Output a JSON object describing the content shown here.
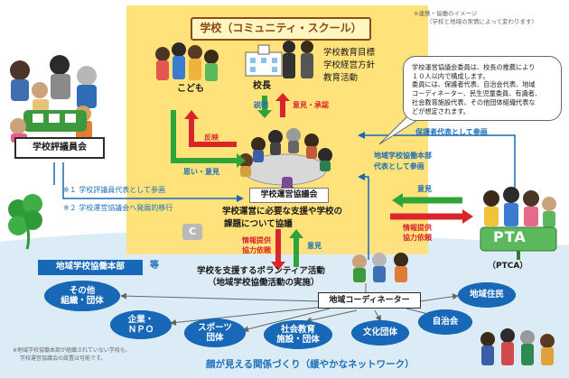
{
  "header": {
    "school_title": "学校（コミュニティ・スクール）",
    "note_line1": "※連携・協働のイメージ",
    "note_line2": "（学校と地域の実情によって変わります）"
  },
  "school": {
    "kodomo": "こども",
    "principal": "校長",
    "goals": [
      "学校教育目標",
      "学校経営方針",
      "教育活動"
    ],
    "setsumei": "説明",
    "iken_shonin": "意見・承認",
    "hanei": "反映",
    "omoi_iken": "思い・意見",
    "council_label": "学校運営協議会",
    "council_task_line1": "学校運営に必要な支援や学校の",
    "council_task_line2": "課題について協議"
  },
  "bubble": {
    "lines": [
      "学校運営協議会委員は、校長の推薦により",
      "１０人以内で構成します。",
      "委員には、保護者代表、自治会代表、地域",
      "コーディネーター、民生児童委員、有識者、",
      "社会教育施設代表、その他団体組織代表な",
      "どが想定されます。"
    ]
  },
  "left": {
    "hyogiin": "学校評議員会",
    "note1": "※１ 学校評議員代表として参画",
    "note2": "※２ 学校運営協議会へ発展的移行",
    "corner_badge": "C"
  },
  "right": {
    "hogosha": "保護者代表として参画",
    "honbu_rep_line1": "地域学校協働本部",
    "honbu_rep_line2": "代表として参画",
    "iken": "意見",
    "joho_line1": "情報提供",
    "joho_line2": "協力依頼",
    "pta": "PTA",
    "ptca": "（PTCA）"
  },
  "center": {
    "joho_line1": "情報提供",
    "joho_line2": "協力依頼",
    "iken": "意見"
  },
  "bottom": {
    "honbu": "地域学校協働本部",
    "to": "等",
    "volunteer_line1": "学校を支援するボランティア活動",
    "volunteer_line2": "（地域学校協働活動の実施）",
    "coordinator": "地域コーディネーター",
    "groups": {
      "sonota": [
        "その他",
        "組織・団体"
      ],
      "kigyo": [
        "企業・",
        "ＮＰＯ"
      ],
      "sports": [
        "スポーツ",
        "団体"
      ],
      "shakai": [
        "社会教育",
        "施設・団体"
      ],
      "bunka": [
        "文化団体"
      ],
      "jichikai": [
        "自治会"
      ],
      "chiiki": [
        "地域住民"
      ]
    },
    "footer": "顔が見える関係づくり（緩やかなネットワーク）",
    "footnote_line1": "※地域学校協働本部が組織されていない学校も、",
    "footnote_line2": "学校運営協議会の設置は可能です。"
  },
  "colors": {
    "school_yellow": "#ffe27a",
    "community_blue": "#dcecf7",
    "accent_blue": "#1868b8",
    "arrow_green": "#2fa538",
    "arrow_red": "#d8262c",
    "title_brown": "#8b4a1a"
  }
}
